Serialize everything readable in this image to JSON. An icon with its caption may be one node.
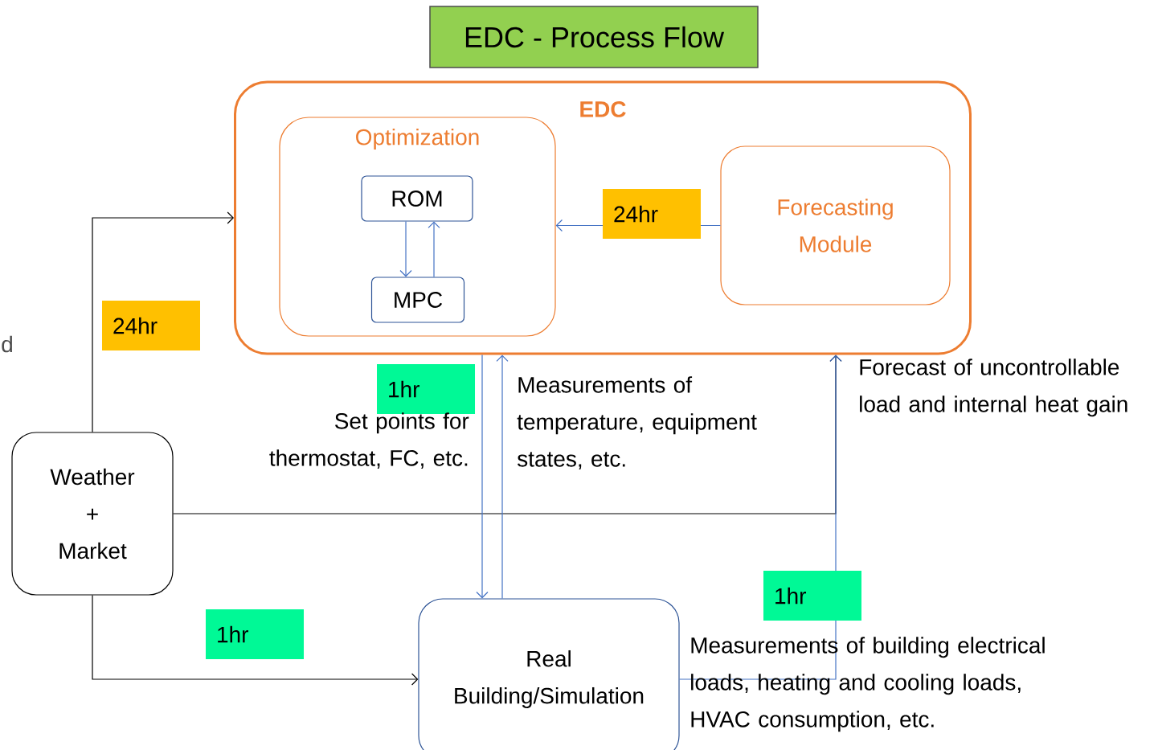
{
  "diagram": {
    "title": "EDC - Process Flow",
    "nodes": [
      {
        "text": [
          "EDC"
        ]
      },
      {
        "text": [
          "Optimization"
        ],
        "in": 0
      },
      {
        "text": [
          "ROM"
        ],
        "in": 1
      },
      {
        "text": [
          "MPC"
        ],
        "in": 1
      },
      {
        "text": [
          "Forecasting Module"
        ],
        "in": 0
      },
      {
        "text": [
          "Weather + Market"
        ]
      },
      {
        "text": [
          "Real Building/Simulation"
        ]
      }
    ],
    "edges": [
      {
        "from": 2,
        "to": 3,
        "arrow": "to"
      },
      {
        "from": 3,
        "to": 2,
        "arrow": "to"
      },
      {
        "from": 4,
        "to": 1,
        "arrow": "to",
        "label": "24hr"
      },
      {
        "from": 5,
        "to": 0,
        "arrow": "to",
        "label": "24hr",
        "color": "#000000"
      },
      {
        "from": 5,
        "to": 0,
        "arrow": "to",
        "color": "#000000"
      },
      {
        "from": 0,
        "to": 6,
        "arrow": "to",
        "label": "1hr"
      },
      {
        "from": 6,
        "to": 0,
        "arrow": "to"
      },
      {
        "from": 5,
        "to": 6,
        "arrow": "to",
        "label": "1hr",
        "color": "#000000"
      },
      {
        "from": 6,
        "to": 0,
        "arrow": "to",
        "label": "1hr"
      }
    ],
    "labels": [
      "Forecast of uncontrollable load and internal heat gain",
      "d",
      "Set points for thermostat, FC, etc.",
      "Measurements of temperature, equipment states, etc.",
      "Measurements of building electrical loads, heating and cooling loads, HVAC consumption, etc."
    ]
  }
}
